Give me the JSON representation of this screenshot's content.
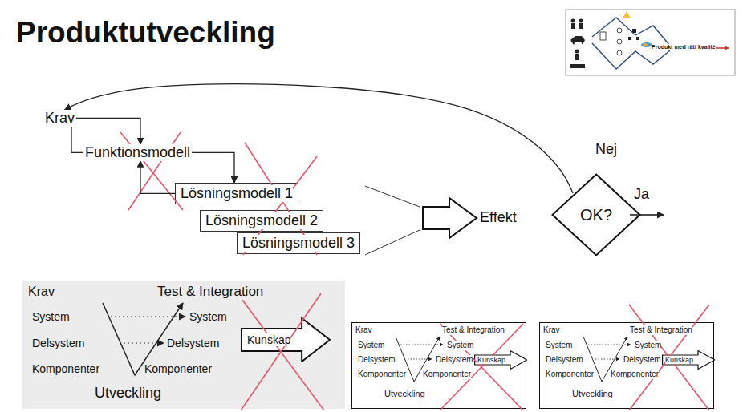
{
  "diagram": {
    "title": "Produktutveckling",
    "nodes": [
      {
        "text": [
          "Krav"
        ]
      },
      {
        "text": [
          "Funktionsmodell"
        ]
      },
      {
        "text": [
          "Lösningsmodell 1"
        ]
      },
      {
        "text": [
          "Lösningsmodell 2"
        ]
      },
      {
        "text": [
          "Lösningsmodell 3"
        ]
      },
      {
        "text": [
          "OK?"
        ]
      },
      {
        "text": [
          "Krav",
          "Test & Integration",
          "System",
          "System",
          "Delsystem",
          "Delsystem",
          "Komponenter",
          "Komponenter",
          "Utveckling"
        ]
      },
      {
        "text": [
          "Kunskap"
        ],
        "in": 6
      },
      {
        "text": [
          "Krav",
          "Test & Integration",
          "System",
          "System",
          "Delsystem",
          "Delsystem",
          "Komponenter",
          "Komponenter",
          "Utveckling"
        ]
      },
      {
        "text": [
          "Kunskap"
        ],
        "in": 8
      },
      {
        "text": [
          "Krav",
          "Test & Integration",
          "System",
          "System",
          "Delsystem",
          "Delsystem",
          "Komponenter",
          "Komponenter",
          "Utveckling"
        ]
      },
      {
        "text": [
          "Kunskap"
        ],
        "in": 10
      }
    ],
    "edges": [
      {
        "from": 0,
        "to": 1,
        "arrow": "to"
      },
      {
        "from": 1,
        "to": 0,
        "arrow": "none"
      },
      {
        "from": 1,
        "to": 2,
        "arrow": "to"
      },
      {
        "from": 2,
        "to": 1,
        "arrow": "to"
      },
      {
        "from": 5,
        "to": 0,
        "label": "Nej",
        "arrow": "to"
      }
    ],
    "labels": [
      "Effekt",
      "Ja",
      "Produkt med rätt kvalité"
    ]
  }
}
